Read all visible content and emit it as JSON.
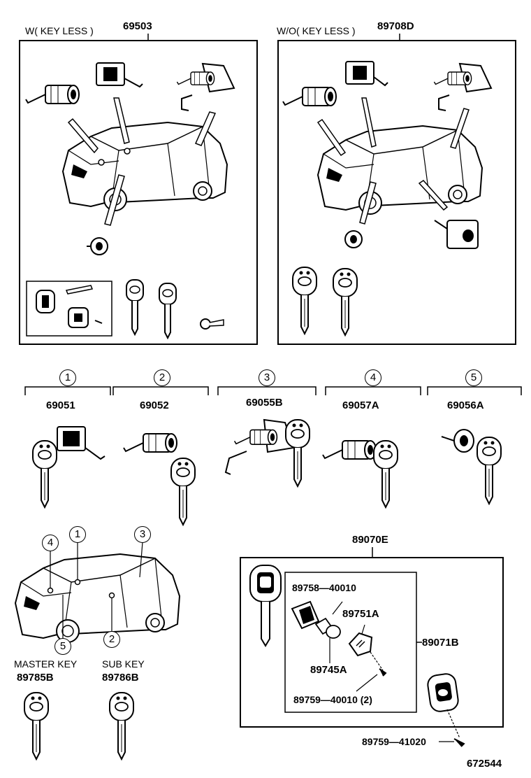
{
  "kits": [
    {
      "variant": "W( KEY LESS )",
      "part": "69503"
    },
    {
      "variant": "W/O( KEY LESS )",
      "part": "89708D"
    }
  ],
  "locks": [
    {
      "index": "1",
      "part": "69051"
    },
    {
      "index": "2",
      "part": "69052"
    },
    {
      "index": "3",
      "part": "69055B"
    },
    {
      "index": "4",
      "part": "69057A"
    },
    {
      "index": "5",
      "part": "69056A"
    }
  ],
  "car_positions": [
    "1",
    "2",
    "3",
    "4",
    "5"
  ],
  "keys": [
    {
      "label": "MASTER  KEY",
      "part": "89785B"
    },
    {
      "label": "SUB KEY",
      "part": "89786B"
    }
  ],
  "transmitter": {
    "assembly": "89070E",
    "case": "89071B",
    "parts": [
      "89758—40010",
      "89751A",
      "89745A",
      "89759—40010 (2)"
    ],
    "screw": "89759—41020"
  },
  "figure_number": "672544",
  "colors": {
    "ink": "#000000",
    "paper": "#ffffff"
  }
}
